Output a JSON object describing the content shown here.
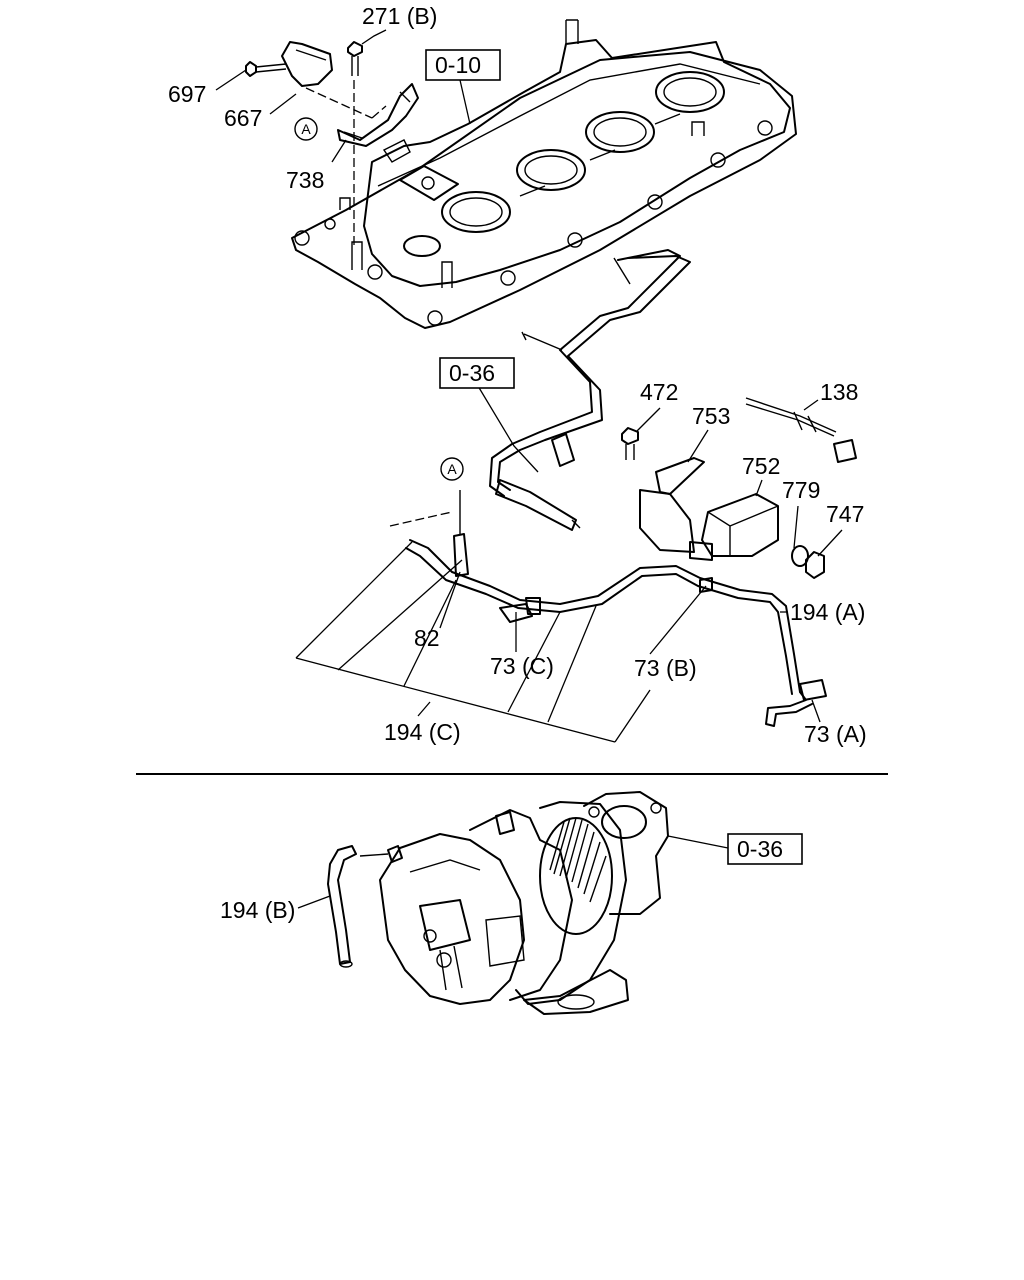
{
  "callouts": {
    "p271b": "271 (B)",
    "p697": "697",
    "p667": "667",
    "p738": "738",
    "p138": "138",
    "p472": "472",
    "p753": "753",
    "p752": "752",
    "p779": "779",
    "p747": "747",
    "p194a": "194 (A)",
    "p73b": "73 (B)",
    "p73c": "73 (C)",
    "p82": "82",
    "p194c": "194 (C)",
    "p73a": "73 (A)",
    "p194b": "194 (B)"
  },
  "references": {
    "ref_010": "0-10",
    "ref_036_top": "0-36",
    "ref_036_bottom": "0-36"
  },
  "markers": {
    "a_top": "A",
    "a_mid": "A"
  }
}
